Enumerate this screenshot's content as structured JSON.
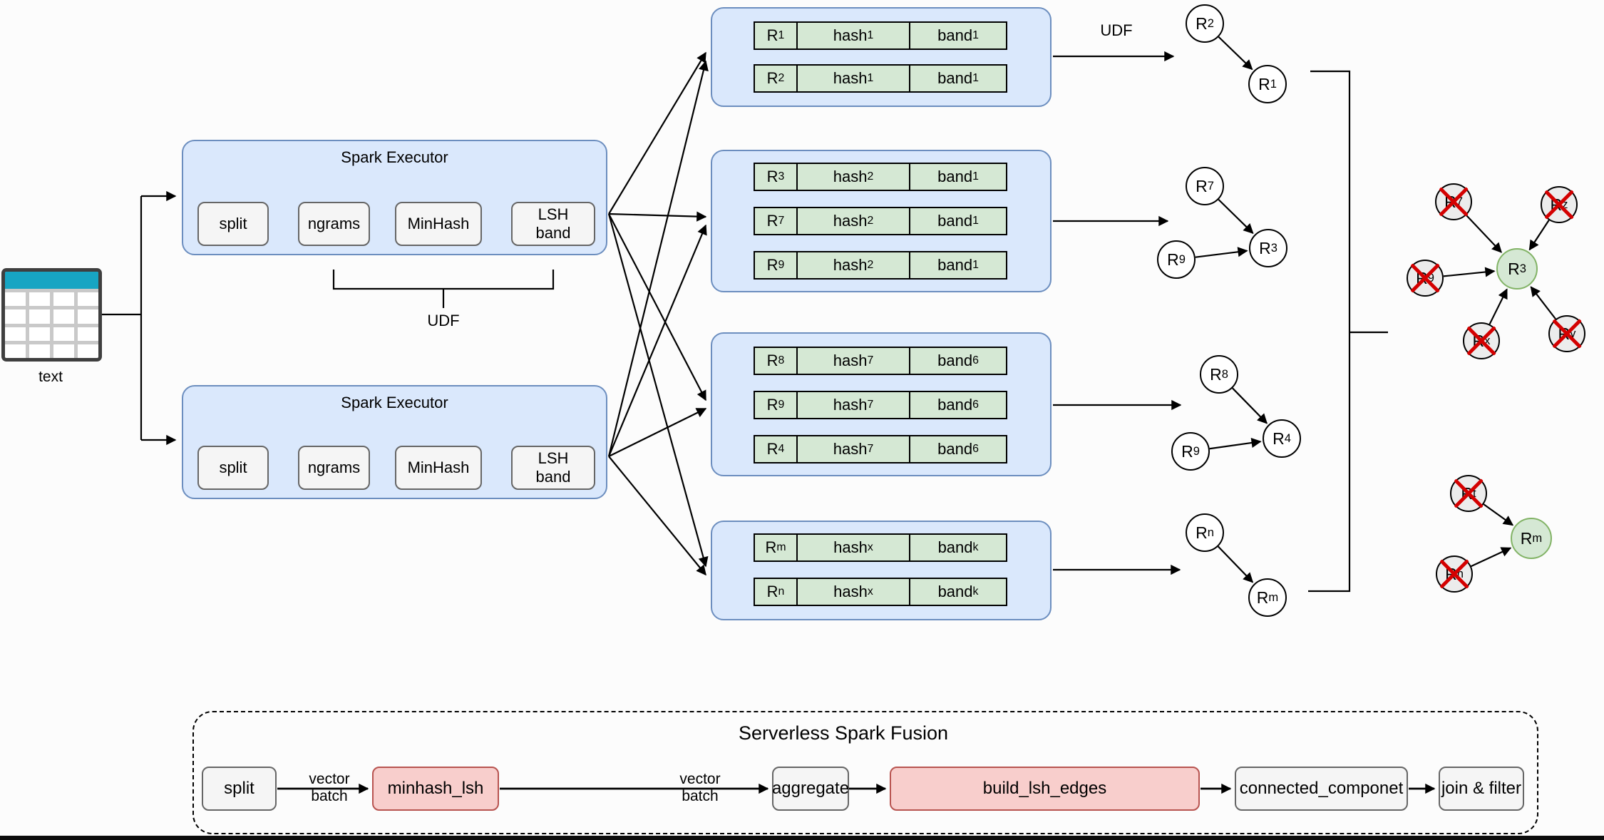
{
  "source_table": {
    "label": "text"
  },
  "executors": [
    {
      "title": "Spark Executor",
      "steps": [
        "split",
        "ngrams",
        "MinHash",
        "LSH\nband"
      ]
    },
    {
      "title": "Spark Executor",
      "steps": [
        "split",
        "ngrams",
        "MinHash",
        "LSH\nband"
      ]
    }
  ],
  "labels": {
    "udf_bracket": "UDF",
    "udf_arrow": "UDF"
  },
  "lsh_groups": [
    {
      "rows": [
        {
          "id": [
            "R",
            "1"
          ],
          "hash": [
            "hash",
            "1"
          ],
          "band": [
            "band",
            "1"
          ]
        },
        {
          "id": [
            "R",
            "2"
          ],
          "hash": [
            "hash",
            "1"
          ],
          "band": [
            "band",
            "1"
          ]
        }
      ]
    },
    {
      "rows": [
        {
          "id": [
            "R",
            "3"
          ],
          "hash": [
            "hash",
            "2"
          ],
          "band": [
            "band",
            "1"
          ]
        },
        {
          "id": [
            "R",
            "7"
          ],
          "hash": [
            "hash",
            "2"
          ],
          "band": [
            "band",
            "1"
          ]
        },
        {
          "id": [
            "R",
            "9"
          ],
          "hash": [
            "hash",
            "2"
          ],
          "band": [
            "band",
            "1"
          ]
        }
      ]
    },
    {
      "rows": [
        {
          "id": [
            "R",
            "8"
          ],
          "hash": [
            "hash",
            "7"
          ],
          "band": [
            "band",
            "6"
          ]
        },
        {
          "id": [
            "R",
            "9"
          ],
          "hash": [
            "hash",
            "7"
          ],
          "band": [
            "band",
            "6"
          ]
        },
        {
          "id": [
            "R",
            "4"
          ],
          "hash": [
            "hash",
            "7"
          ],
          "band": [
            "band",
            "6"
          ]
        }
      ]
    },
    {
      "rows": [
        {
          "id": [
            "R",
            "m"
          ],
          "hash": [
            "hash",
            "x"
          ],
          "band": [
            "band",
            "k"
          ]
        },
        {
          "id": [
            "R",
            "n"
          ],
          "hash": [
            "hash",
            "x"
          ],
          "band": [
            "band",
            "k"
          ]
        }
      ]
    }
  ],
  "pair_graphs": [
    {
      "nodes": [
        [
          "R",
          "2"
        ],
        [
          "R",
          "1"
        ]
      ],
      "edges": [
        [
          0,
          1
        ]
      ]
    },
    {
      "nodes": [
        [
          "R",
          "7"
        ],
        [
          "R",
          "9"
        ],
        [
          "R",
          "3"
        ]
      ],
      "edges": [
        [
          0,
          2
        ],
        [
          1,
          2
        ]
      ]
    },
    {
      "nodes": [
        [
          "R",
          "8"
        ],
        [
          "R",
          "9"
        ],
        [
          "R",
          "4"
        ]
      ],
      "edges": [
        [
          0,
          2
        ],
        [
          1,
          2
        ]
      ]
    },
    {
      "nodes": [
        [
          "R",
          "n"
        ],
        [
          "R",
          "m"
        ]
      ],
      "edges": [
        [
          0,
          1
        ]
      ]
    }
  ],
  "star_graphs": [
    {
      "center": [
        "R",
        "3"
      ],
      "satellites": [
        [
          "R",
          "7"
        ],
        [
          "R",
          "z"
        ],
        [
          "R",
          "9"
        ],
        [
          "R",
          "x"
        ],
        [
          "R",
          "y"
        ]
      ]
    },
    {
      "center": [
        "R",
        "m"
      ],
      "satellites": [
        [
          "R",
          "t"
        ],
        [
          "R",
          "n"
        ]
      ]
    }
  ],
  "fusion": {
    "title": "Serverless Spark Fusion",
    "steps": [
      {
        "label": "split",
        "accent": false
      },
      {
        "label": "minhash_lsh",
        "accent": true
      },
      {
        "label": "aggregate",
        "accent": false
      },
      {
        "label": "build_lsh_edges",
        "accent": true
      },
      {
        "label": "connected_componet",
        "accent": false
      },
      {
        "label": "join & filter",
        "accent": false
      }
    ],
    "arrow_labels": [
      "vector\nbatch",
      "vector\nbatch"
    ]
  },
  "colors": {
    "container_blue": "#dae8fc",
    "container_blue_border": "#6c8ebf",
    "cell_green": "#d5e8d4",
    "node_green_border": "#82b366",
    "box_gray": "#f5f5f5",
    "box_gray_border": "#666666",
    "accent_red": "#f8cecc",
    "accent_red_border": "#b85450",
    "cross_red": "#d40000",
    "table_header_teal": "#17a5c3"
  }
}
